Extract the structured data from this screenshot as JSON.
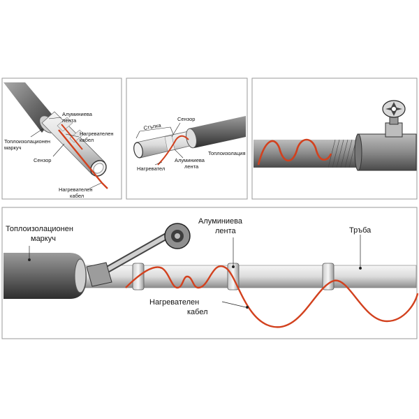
{
  "labels": {
    "p1_aluminum_tape": [
      "Алуминиева",
      "лента"
    ],
    "p1_heating_cable": [
      "Нагревателен",
      "кабел"
    ],
    "p1_insulation_sleeve": [
      "Топлоизолационен",
      "маркуч"
    ],
    "p1_sensor": "Сензор",
    "p1_heating_cable_bottom": [
      "Нагревателен",
      "кабел"
    ],
    "p2_sensor": "Сензор",
    "p2_step": "Стъпка",
    "p2_insulation": "Топлоизолация",
    "p2_heater": "Нагревател",
    "p2_aluminum_tape": [
      "Алуминиева",
      "лента"
    ],
    "p4_insulation_sleeve": [
      "Топлоизолационен",
      "маркуч"
    ],
    "p4_aluminum_tape": [
      "Алуминиева",
      "лента"
    ],
    "p4_pipe": "Тръба",
    "p4_heating_cable": [
      "Нагревателен",
      "кабел"
    ]
  },
  "colors": {
    "cable": "#d2411e",
    "pipe_light": "#f4f4f4",
    "pipe_dark": "#8a8a8a",
    "insulation": "#555555",
    "frame": "#9a9a9a"
  }
}
